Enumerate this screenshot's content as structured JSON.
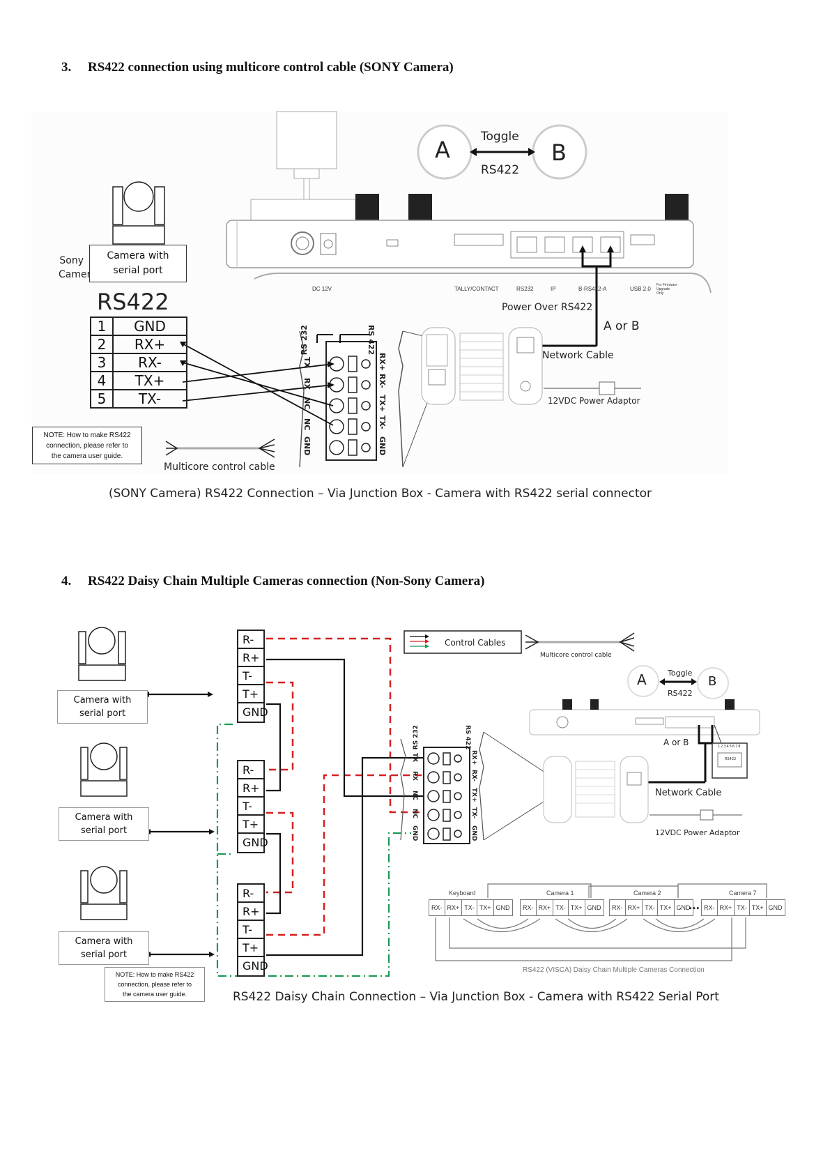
{
  "section3": {
    "number": "3.",
    "title": "RS422 connection using multicore control cable (SONY Camera)",
    "toggle": {
      "a": "A",
      "b": "B",
      "top": "Toggle",
      "bottom": "RS422"
    },
    "controller_ports": [
      "DC 12V",
      "TALLY/CONTACT",
      "RS232",
      "IP",
      "B-RS422-A",
      "USB 2.0"
    ],
    "usb_note": "For Firmware Upgrade Only",
    "camera_side_label": [
      "Sony",
      "Camera"
    ],
    "camera_box": [
      "Camera with",
      "serial port"
    ],
    "rs422_title": "RS422",
    "pins": [
      {
        "num": "1",
        "name": "GND"
      },
      {
        "num": "2",
        "name": "RX+"
      },
      {
        "num": "3",
        "name": "RX-"
      },
      {
        "num": "4",
        "name": "TX+"
      },
      {
        "num": "5",
        "name": "TX-"
      }
    ],
    "note": [
      "NOTE: How to make RS422",
      "connection, please refer to",
      "the camera user guide."
    ],
    "multicore_label": "Multicore control cable",
    "junction_left_header": "RS 232",
    "junction_right_header": "RS 422",
    "junction_left": [
      "TX",
      "RX",
      "NC",
      "NC",
      "GND"
    ],
    "junction_right": [
      "RX+",
      "RX-",
      "TX+",
      "TX-",
      "GND"
    ],
    "power_over": "Power Over RS422",
    "a_or_b": "A or B",
    "network_cable": "Network Cable",
    "power_adaptor": "12VDC Power Adaptor",
    "caption": "(SONY Camera) RS422 Connection – Via Junction Box - Camera with RS422 serial connector"
  },
  "section4": {
    "number": "4.",
    "title": "RS422 Daisy Chain Multiple Cameras connection (Non-Sony Camera)",
    "camera_box": [
      "Camera with",
      "serial port"
    ],
    "terminal": [
      "R-",
      "R+",
      "T-",
      "T+",
      "GND"
    ],
    "legend_label": "Control Cables",
    "legend_colors": {
      "black": "#111111",
      "red": "#d42020",
      "green": "#1a9a55"
    },
    "multicore_label": "Multicore control cable",
    "toggle": {
      "a": "A",
      "b": "B",
      "top": "Toggle",
      "bottom": "RS422"
    },
    "a_or_b": "A or B",
    "network_cable": "Network Cable",
    "power_adaptor": "12VDC Power Adaptor",
    "rj45_pins": "12345678",
    "rj45_label": "RS422",
    "junction_left_header": "RS 232",
    "junction_right_header": "RS 422",
    "junction_left": [
      "TX",
      "RX",
      "NC",
      "NC",
      "GND"
    ],
    "junction_right": [
      "RX+",
      "RX-",
      "TX+",
      "TX-",
      "GND"
    ],
    "chain": [
      {
        "title": "Keyboard",
        "pins": [
          "RX-",
          "RX+",
          "TX-",
          "TX+",
          "GND"
        ]
      },
      {
        "title": "Camera 1",
        "pins": [
          "RX-",
          "RX+",
          "TX-",
          "TX+",
          "GND"
        ]
      },
      {
        "title": "Camera 2",
        "pins": [
          "RX-",
          "RX+",
          "TX-",
          "TX+",
          "GND"
        ]
      },
      {
        "title": "Camera 7",
        "pins": [
          "RX-",
          "RX+",
          "TX-",
          "TX+",
          "GND"
        ]
      }
    ],
    "chain_ellipsis": "...",
    "chain_caption": "RS422 (VISCA) Daisy Chain Multiple Cameras Connection",
    "note": [
      "NOTE: How to make RS422",
      "connection, please refer to",
      "the camera user guide."
    ],
    "caption": "RS422 Daisy Chain Connection – Via Junction Box - Camera with RS422 Serial Port"
  }
}
